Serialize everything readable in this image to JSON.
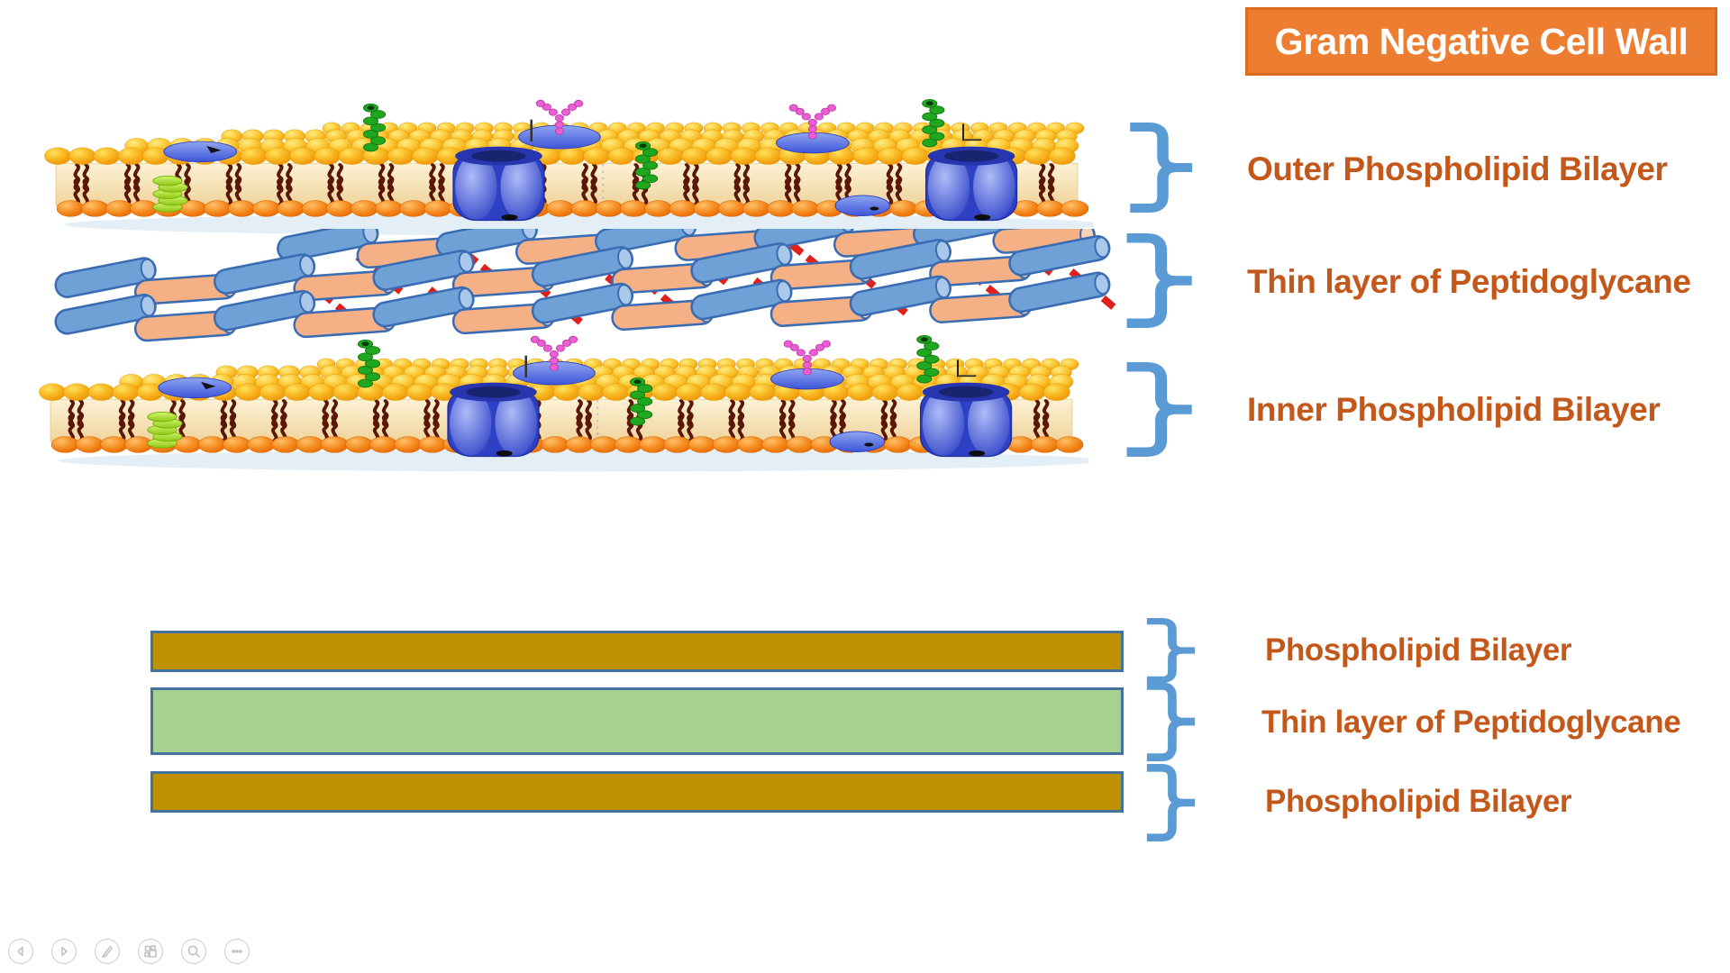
{
  "slide": {
    "title": "Gram Negative Cell Wall",
    "section_labels": {
      "outer_bilayer": "Outer Phospholipid Bilayer",
      "peptidoglycan": "Thin layer of Peptidoglycane",
      "inner_bilayer": "Inner Phospholipid Bilayer"
    },
    "schematic": {
      "bars": [
        {
          "label": "Phospholipid Bilayer",
          "fill": "#BF9000"
        },
        {
          "label": "Thin layer of Peptidoglycane",
          "fill": "#A9D18E"
        },
        {
          "label": "Phospholipid Bilayer",
          "fill": "#BF9000"
        }
      ],
      "bar_border": "#44729E"
    },
    "colors": {
      "title_bg": "#ED7D31",
      "title_border": "#DB6C1D",
      "title_text": "#FFFFFF",
      "label_text": "#C4581A",
      "brace": "#5B9BD5"
    }
  },
  "toolbar": {
    "buttons": [
      {
        "name": "previous-slide"
      },
      {
        "name": "next-slide"
      },
      {
        "name": "pen-tools"
      },
      {
        "name": "see-all-slides"
      },
      {
        "name": "zoom-into-slide"
      },
      {
        "name": "more-slideshow-options"
      }
    ]
  }
}
